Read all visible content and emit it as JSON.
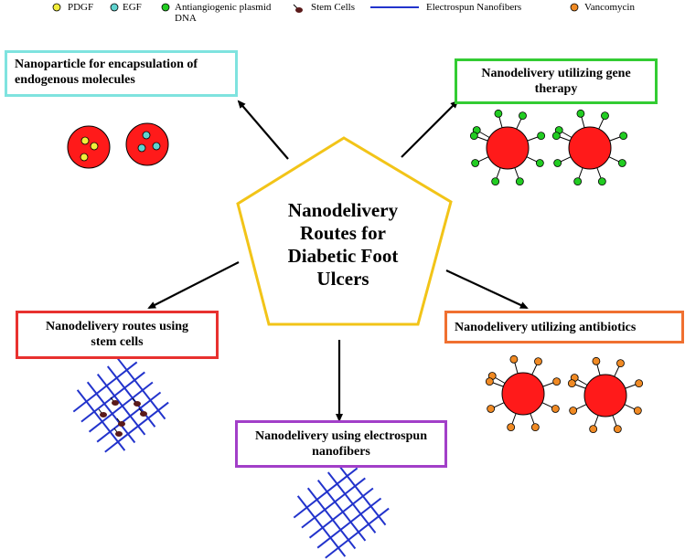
{
  "legend": {
    "pdgf": "PDGF",
    "egf": "EGF",
    "plasmid_line1": "Antiangiogenic plasmid",
    "plasmid_line2": "DNA",
    "stem_cells": "Stem Cells",
    "nanofibers": "Electrospun Nanofibers",
    "vancomycin": "Vancomycin"
  },
  "center": {
    "line1": "Nanodelivery",
    "line2": "Routes for",
    "line3": "Diabetic Foot",
    "line4": "Ulcers"
  },
  "boxes": {
    "encapsulation": {
      "line1": "Nanoparticle for encapsulation of",
      "line2": "endogenous molecules"
    },
    "gene_therapy": {
      "line1": "Nanodelivery utilizing gene",
      "line2": "therapy"
    },
    "stem_cells": {
      "line1": "Nanodelivery routes using",
      "line2": "stem cells"
    },
    "antibiotics": {
      "line1": "Nanodelivery utilizing antibiotics"
    },
    "electrospun": {
      "line1": "Nanodelivery using electrospun",
      "line2": "nanofibers"
    }
  },
  "colors": {
    "pdgf": "#f2ee3a",
    "egf": "#5fd3cf",
    "plasmid": "#22cc22",
    "stem_cell": "#5a1a1a",
    "nanofiber": "#2233cc",
    "vancomycin": "#f08a24",
    "nanoparticle": "#ff1a1a",
    "pentagon": "#f2c418",
    "box_encapsulation": "#7fe3df",
    "box_gene": "#33cc33",
    "box_stem": "#e8312f",
    "box_antibiotic": "#f07030",
    "box_electrospun": "#a23fc8"
  }
}
